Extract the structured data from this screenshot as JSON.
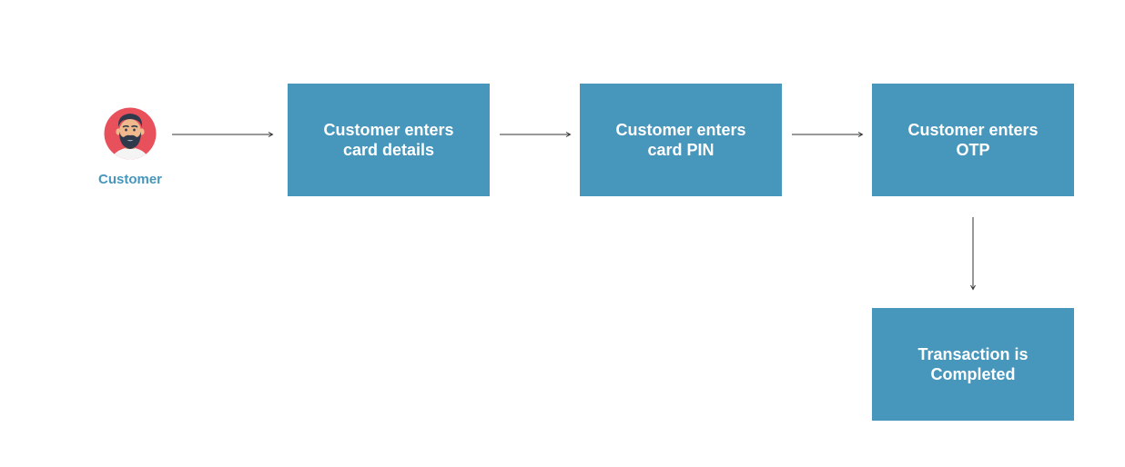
{
  "actor": {
    "label": "Customer",
    "icon": "customer-avatar-icon"
  },
  "steps": [
    {
      "label": "Customer enters\ncard details"
    },
    {
      "label": "Customer enters\ncard PIN"
    },
    {
      "label": "Customer enters\nOTP"
    },
    {
      "label": "Transaction is\nCompleted"
    }
  ],
  "colors": {
    "box_fill": "#4796bc",
    "box_text": "#ffffff",
    "actor_label": "#4796bc",
    "arrow": "#333333",
    "avatar_circle": "#e8505b",
    "hair": "#2e3a4b",
    "skin": "#f0b98d"
  }
}
